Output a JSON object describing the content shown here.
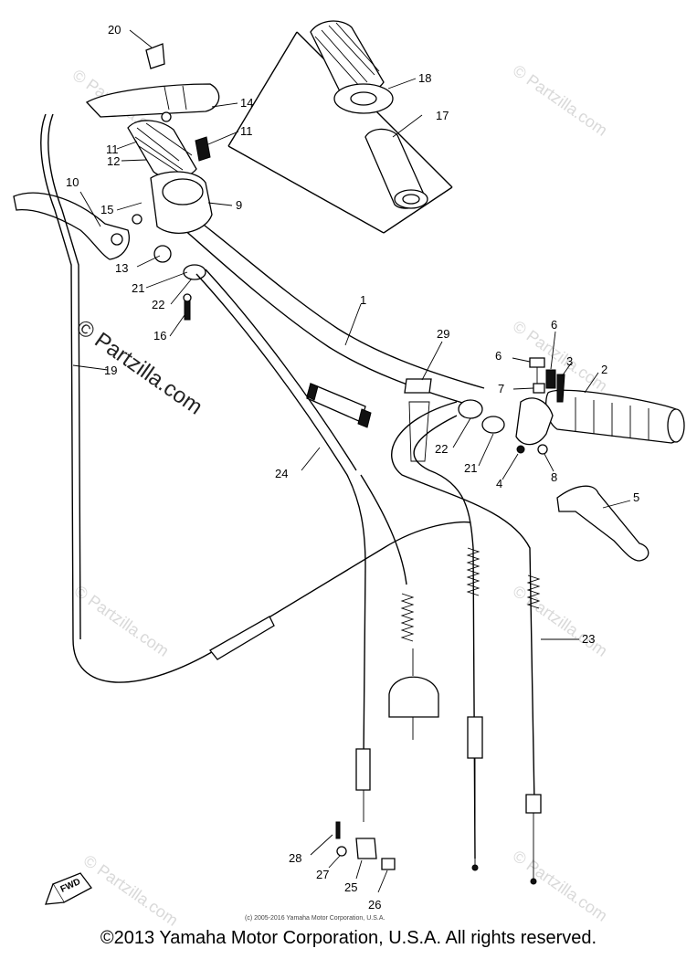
{
  "watermarks": {
    "small": "© Partzilla.com",
    "large": "© Partzilla.com"
  },
  "callouts": {
    "c1": "1",
    "c2": "2",
    "c3": "3",
    "c4": "4",
    "c5": "5",
    "c6a": "6",
    "c6b": "6",
    "c7": "7",
    "c8": "8",
    "c9": "9",
    "c10": "10",
    "c11a": "11",
    "c11b": "11",
    "c12": "12",
    "c13": "13",
    "c14": "14",
    "c15": "15",
    "c16": "16",
    "c17": "17",
    "c18": "18",
    "c19": "19",
    "c20": "20",
    "c21a": "21",
    "c21b": "21",
    "c22a": "22",
    "c22b": "22",
    "c23": "23",
    "c24": "24",
    "c25": "25",
    "c26": "26",
    "c27": "27",
    "c28": "28",
    "c29": "29"
  },
  "fwd_label": "FWD",
  "credit_small": "(c) 2005-2016 Yamaha Motor Corporation, U.S.A.",
  "copyright": "©2013 Yamaha Motor Corporation, U.S.A. All rights reserved."
}
